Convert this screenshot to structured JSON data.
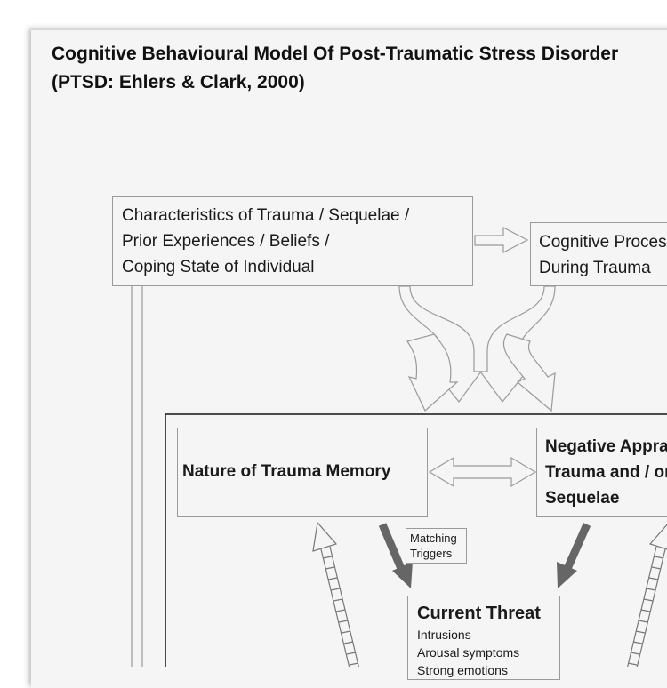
{
  "title": {
    "line1": "Cognitive Behavioural Model Of Post-Traumatic Stress Disorder",
    "line2": "(PTSD: Ehlers & Clark, 2000)"
  },
  "boxes": {
    "characteristics": {
      "line1": "Characteristics of Trauma / Sequelae /",
      "line2": "Prior Experiences / Beliefs /",
      "line3": "Coping State of Individual"
    },
    "cognitive_processing": {
      "line1": "Cognitive Processing",
      "line2": "During Trauma"
    },
    "nature_of_trauma_memory": {
      "line1": "Nature of Trauma Memory"
    },
    "negative_appraisals": {
      "line1": "Negative Appraisals of",
      "line2": "Trauma and / or its",
      "line3": "Sequelae"
    },
    "matching_triggers": {
      "line1": "Matching",
      "line2": "Triggers"
    },
    "current_threat": {
      "heading": "Current Threat",
      "item1": "Intrusions",
      "item2": "Arousal symptoms",
      "item3": "Strong emotions"
    }
  }
}
